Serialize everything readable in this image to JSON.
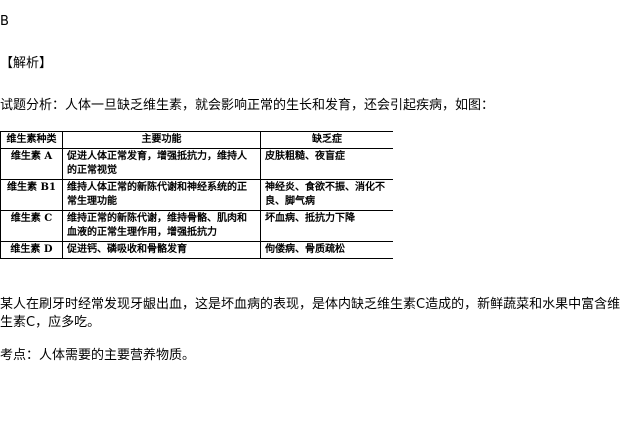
{
  "answer": "B",
  "analysis_header": "【解析】",
  "intro": "试题分析：人体一旦缺乏维生素，就会影响正常的生长和发育，还会引起疾病，如图：",
  "table": {
    "headers": [
      "维生素种类",
      "主要功能",
      "缺乏症"
    ],
    "rows": [
      [
        "维生素 A",
        "促进人体正常发育，增强抵抗力，维持人的正常视觉",
        "皮肤粗糙、夜盲症"
      ],
      [
        "维生素 B1",
        "维持人体正常的新陈代谢和神经系统的正常生理功能",
        "神经炎、食欲不振、消化不良、脚气病"
      ],
      [
        "维生素 C",
        "维持正常的新陈代谢，维持骨骼、肌肉和血液的正常生理作用，增强抵抗力",
        "坏血病、抵抗力下降"
      ],
      [
        "维生素 D",
        "促进钙、磷吸收和骨骼发育",
        "佝偻病、骨质疏松"
      ]
    ]
  },
  "para1": "某人在刷牙时经常发现牙龈出血，这是坏血病的表现，是体内缺乏维生素C造成的，新鲜蔬菜和水果中富含维生素C，应多吃。",
  "kaodian": "考点：人体需要的主要营养物质。"
}
